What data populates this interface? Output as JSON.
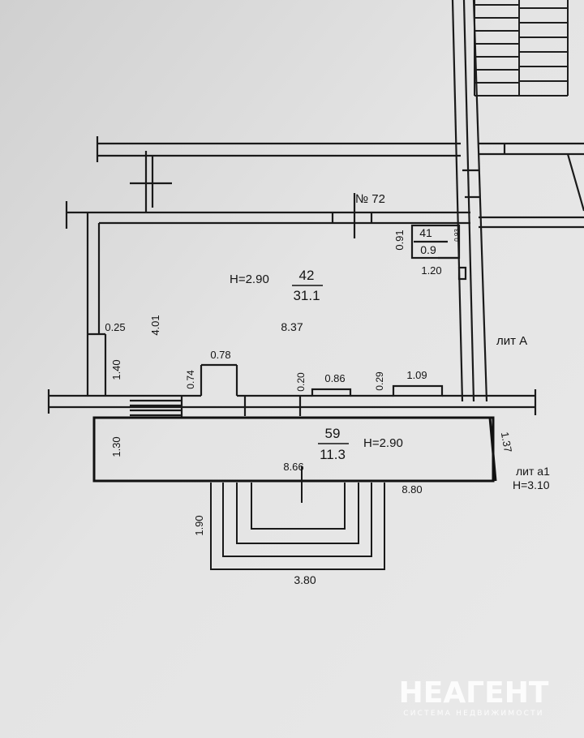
{
  "plan": {
    "room_main": {
      "number": "42",
      "area": "31.1",
      "height": "Н=2.90"
    },
    "room_small": {
      "number": "41",
      "area": "0.9"
    },
    "room_vestibule": {
      "number": "59",
      "area": "11.3",
      "height": "Н=2.90"
    },
    "neighbor_number": "№ 72",
    "building_label": "лит А",
    "annex_label": "лит а1",
    "annex_height": "Н=3.10",
    "dims": {
      "small_room_height": "0.91",
      "small_room_width": "1.20",
      "small_room_side": "0.93",
      "pier_top": "0.25",
      "room_depth": "4.01",
      "room_width": "8.37",
      "pier_height": "1.40",
      "pilaster_width": "0.78",
      "pilaster_depth": "0.74",
      "window_sill_1": "0.20",
      "window_1_width": "0.86",
      "window_sill_2": "0.29",
      "window_2_width": "1.09",
      "vestibule_left": "1.30",
      "vestibule_right": "1.37",
      "vestibule_width": "8.66",
      "annex_width": "8.80",
      "porch_depth": "1.90",
      "porch_width": "3.80"
    }
  },
  "watermark": {
    "brand": "НЕАГЕНТ",
    "tagline": "СИСТЕМА НЕДВИЖИМОСТИ"
  }
}
